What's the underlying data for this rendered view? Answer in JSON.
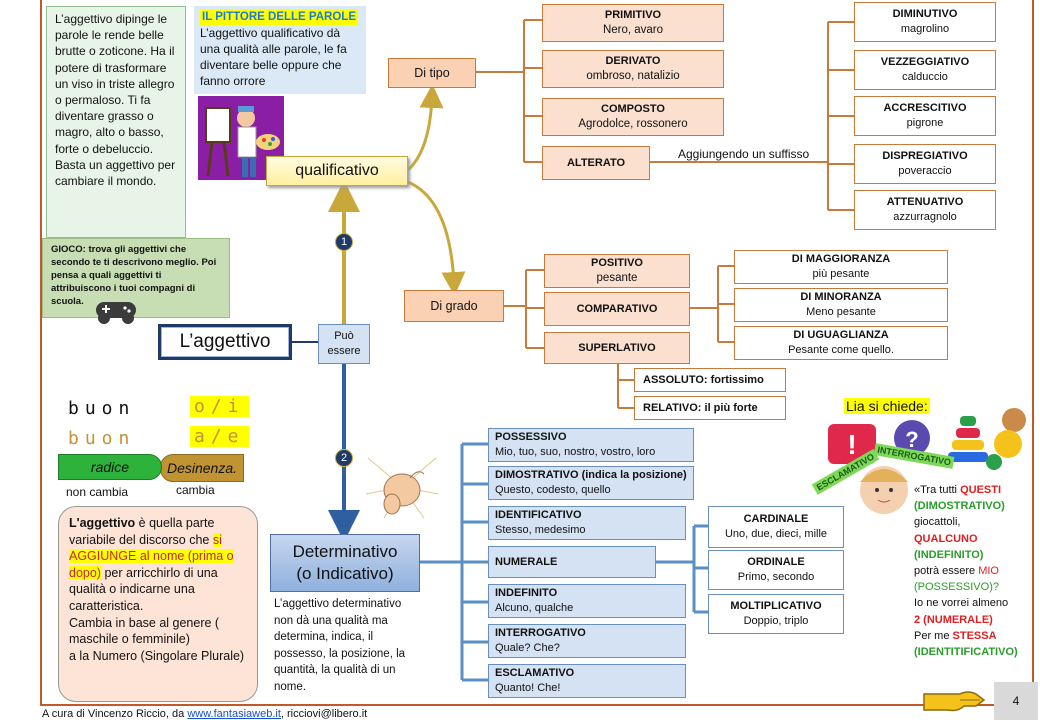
{
  "left_description": "L’aggettivo dipinge le parole le rende belle brutte o zoticone. Ha il potere di trasformare un viso in triste allegro o permaloso. Ti fa diventare grasso o magro, alto o basso, forte o debeluccio. Basta un aggettivo per cambiare il mondo.",
  "game": "GIOCO: trova gli aggettivi che secondo te ti descrivono meglio. Poi pensa a quali aggettivi ti attribuiscono i tuoi compagni di scuola.",
  "pittore": {
    "title": "IL PITTORE DELLE PAROLE",
    "text": "L’aggettivo qualificativo dà una qualità alle parole, le fa diventare belle oppure che fanno orrore"
  },
  "nodes": {
    "qualificativo": "qualificativo",
    "di_tipo": "Di tipo",
    "di_grado": "Di grado",
    "aggettivo": "L’aggettivo",
    "puo_essere": "Può essere",
    "determinativo_1": "Determinativo",
    "determinativo_2": "(o Indicativo)",
    "badge_1": "1",
    "badge_2": "2"
  },
  "tipo": [
    {
      "title": "PRIMITIVO",
      "example": "Nero, avaro"
    },
    {
      "title": "DERIVATO",
      "example": "ombroso, natalizio"
    },
    {
      "title": "COMPOSTO",
      "example": "Agrodolce, rossonero"
    },
    {
      "title": "ALTERATO",
      "example": ""
    }
  ],
  "alterato_note": "Aggiungendo un suffisso",
  "alterati": [
    {
      "title": "DIMINUTIVO",
      "example": "magrolino"
    },
    {
      "title": "VEZZEGGIATIVO",
      "example": "calduccio"
    },
    {
      "title": "ACCRESCITIVO",
      "example": "pigrone"
    },
    {
      "title": "DISPREGIATIVO",
      "example": "poveraccio"
    },
    {
      "title": "ATTENUATIVO",
      "example": "azzurragnolo"
    }
  ],
  "grado": [
    {
      "title": "POSITIVO",
      "example": "pesante"
    },
    {
      "title": "COMPARATIVO",
      "example": ""
    },
    {
      "title": "SUPERLATIVO",
      "example": ""
    }
  ],
  "comparativi": [
    {
      "title": "DI MAGGIORANZA",
      "example": "più pesante"
    },
    {
      "title": "DI MINORANZA",
      "example": "Meno pesante"
    },
    {
      "title": "DI UGUAGLIANZA",
      "example": "Pesante come quello."
    }
  ],
  "superlativi": [
    "ASSOLUTO: fortissimo",
    "RELATIVO: il più forte"
  ],
  "determinativi": [
    {
      "title": "POSSESSIVO",
      "example": "Mio, tuo, suo, nostro, vostro, loro"
    },
    {
      "title": "DIMOSTRATIVO (indica la posizione)",
      "example": "Questo, codesto, quello"
    },
    {
      "title": "IDENTIFICATIVO",
      "example": "Stesso, medesimo"
    },
    {
      "title": "NUMERALE",
      "example": ""
    },
    {
      "title": "INDEFINITO",
      "example": "Alcuno, qualche"
    },
    {
      "title": "INTERROGATIVO",
      "example": "Quale? Che?"
    },
    {
      "title": "ESCLAMATIVO",
      "example": "Quanto! Che!"
    }
  ],
  "numerali": [
    {
      "title": "CARDINALE",
      "example": "Uno, due, dieci, mille"
    },
    {
      "title": "ORDINALE",
      "example": "Primo, secondo"
    },
    {
      "title": "MOLTIPLICATIVO",
      "example": "Doppio, triplo"
    }
  ],
  "determinativo_desc": "L’aggettivo determinativo non dà una qualità ma determina, indica, il possesso, la posizione, la quantità, la qualità di un nome.",
  "buon": {
    "root": "buon",
    "end1": "o/i",
    "end2": "a/e",
    "radice": "radice",
    "desinenza": "Desinenza.",
    "non_cambia": "non cambia",
    "cambia": "cambia"
  },
  "definition": {
    "p1": "L'aggettivo",
    "p2": " è quella parte variabile del discorso che ",
    "p3": "si AGGIUNGE al nome (prima o dopo)",
    "p4": " per arricchirlo di una qualità o indicarne una caratteristica.",
    "p5": "Cambia in base al genere ( maschile o femminile)",
    "p6": "a la Numero (Singolare Plurale)"
  },
  "lia": {
    "chiede": "Lia si chiede:",
    "escl": "ESCLAMATIVO",
    "interr": "INTERROGATIVO",
    "t1": "«Tra tutti ",
    "questi": "QUESTI",
    "dim": "(DIMOSTRATIVO)",
    "t2": "giocattoli,",
    "qualcuno": "QUALCUNO",
    "indef": "(INDEFINITO)",
    "t3": "potrà essere ",
    "mio": "MIO",
    "poss": "(POSSESSIVO)?",
    "t4": "Io ne vorrei almeno",
    "due": "2 (NUMERALE)",
    "t5": "Per me ",
    "stessa": "STESSA",
    "ident": "(IDENTITIFICATIVO)"
  },
  "footer": {
    "prefix": "A cura di Vincenzo Riccio, da ",
    "link": "www.fantasiaweb.it",
    "suffix": ", ricciovi@libero.it"
  },
  "page_number": "4"
}
